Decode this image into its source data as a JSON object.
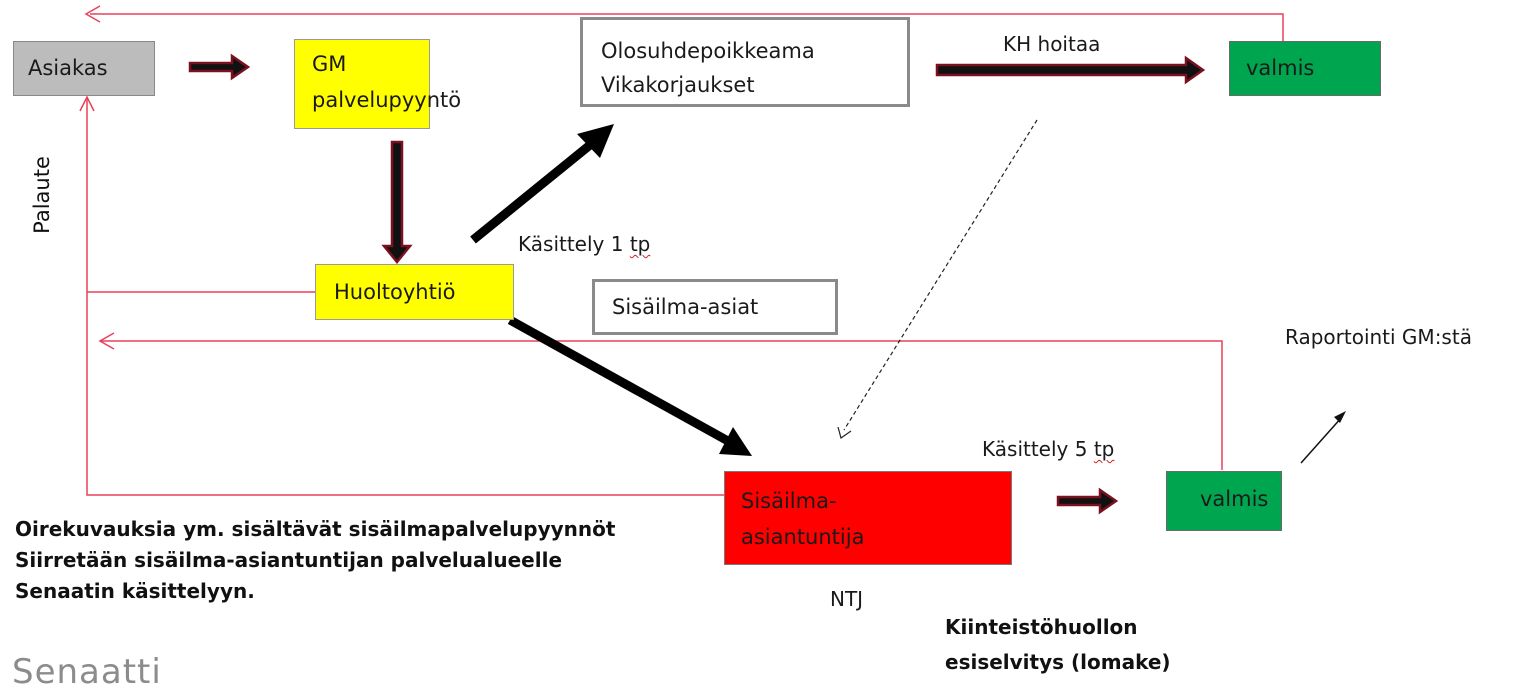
{
  "nodes": {
    "asiakas": "Asiakas",
    "gm_line1": "GM",
    "gm_line2": "palvelupyyntö",
    "olosuhde_line1": "Olosuhdepoikkeama",
    "olosuhde_line2": "Vikakorjaukset",
    "valmis_top": "valmis",
    "huoltoyhtio": "Huoltoyhtiö",
    "sisailma_asiat": "Sisäilma-asiat",
    "asiantuntija_line1": "Sisäilma-",
    "asiantuntija_line2": "asiantuntija",
    "valmis_bottom": "valmis"
  },
  "labels": {
    "kh_hoitaa": "KH hoitaa",
    "kasittely_1_main": "Käsittely 1 ",
    "kasittely_1_unit": "tp",
    "kasittely_5_main": "Käsittely 5 ",
    "kasittely_5_unit": "tp",
    "raportointi": "Raportointi GM:stä",
    "palaute": "Palaute",
    "ntj": "NTJ"
  },
  "notes": {
    "left_line1": "Oirekuvauksia ym. sisältävät sisäilmapalvelupyynnöt",
    "left_line2": "Siirretään sisäilma-asiantuntijan palvelualueelle",
    "left_line3": "Senaatin käsittelyyn.",
    "right_line1": "Kiinteistöhuollon",
    "right_line2": "esiselvitys (lomake)"
  },
  "logo": "Senaatti",
  "colors": {
    "gray_box": "#bcbcbc",
    "yellow_box": "#ffff00",
    "green_box": "#00a550",
    "red_box": "#ff0000",
    "feedback_line": "#e8405a",
    "dark_arrow_outline": "#7a1020"
  }
}
